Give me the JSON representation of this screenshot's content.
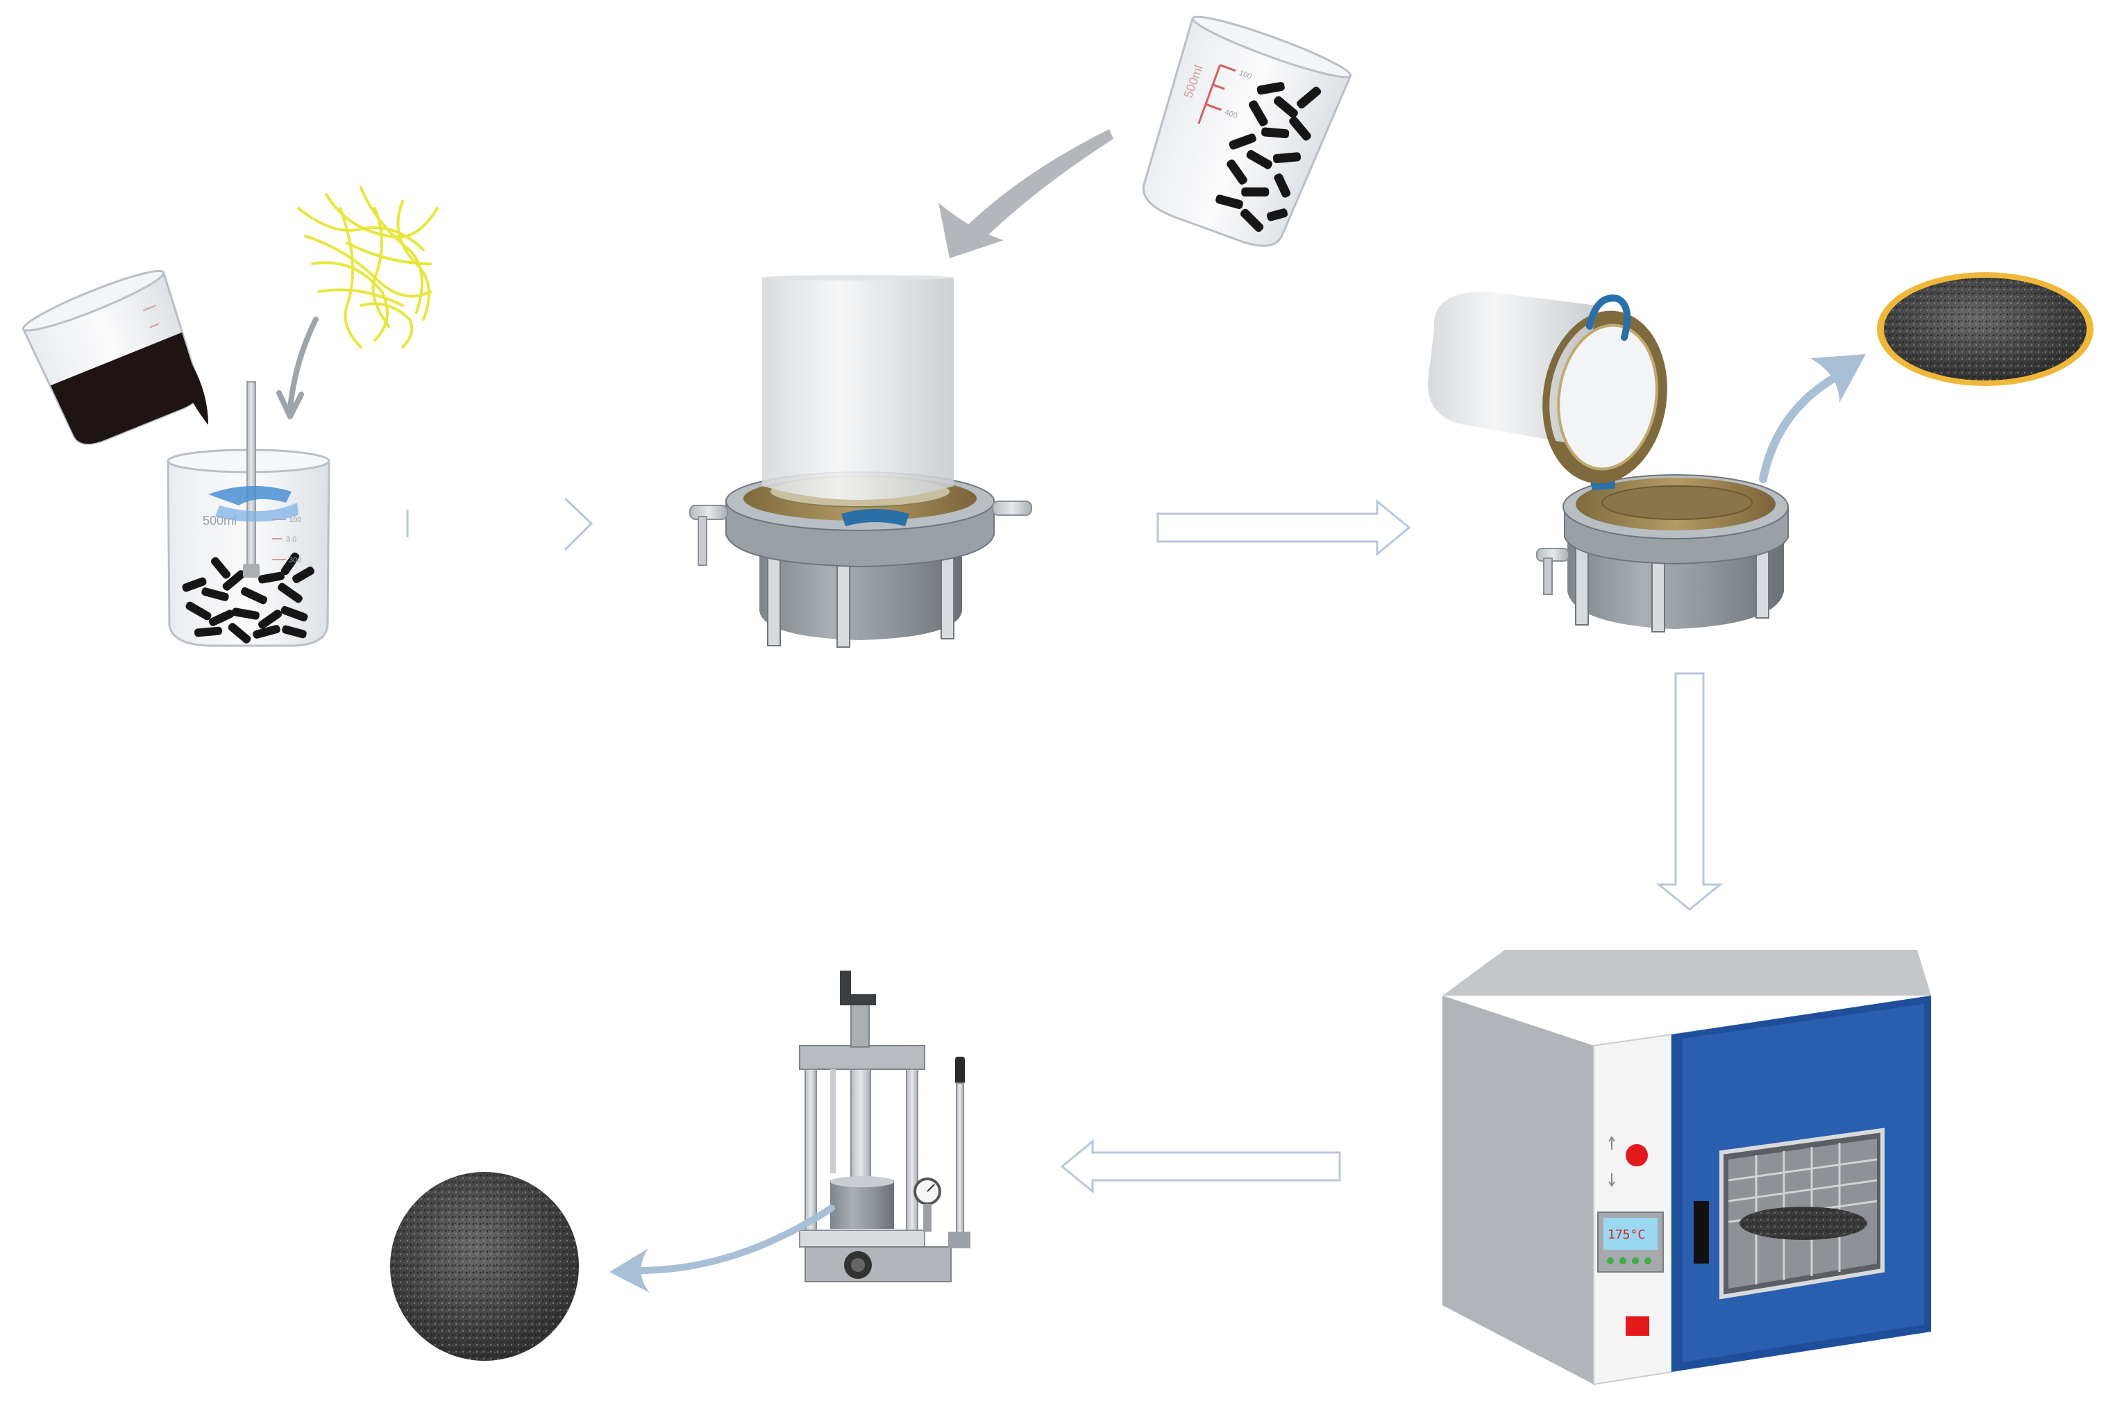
{
  "beaker_mixing": {
    "volume_label": "500ml",
    "tick_labels": [
      "100",
      "3.0",
      "300"
    ]
  },
  "beaker_pouring": {
    "volume_label": "500ml",
    "tick_labels": [
      "100",
      "400"
    ]
  },
  "oven": {
    "temperature_display": "175°C"
  },
  "colors": {
    "arrow_stroke": "#b7c6dc",
    "curved_arrow": "#a9bfd6",
    "oven_door": "#1f4f9a",
    "fiber_yellow": "#e8e63c",
    "mold_brass": "#a08a56",
    "indicator_red": "#e3191b"
  },
  "icons": [
    "beaker-icon",
    "fibers-icon",
    "stirrer-icon",
    "vacuum-mold-icon",
    "open-mold-icon",
    "specimen-disc-icon",
    "oven-icon",
    "hydraulic-press-icon"
  ]
}
